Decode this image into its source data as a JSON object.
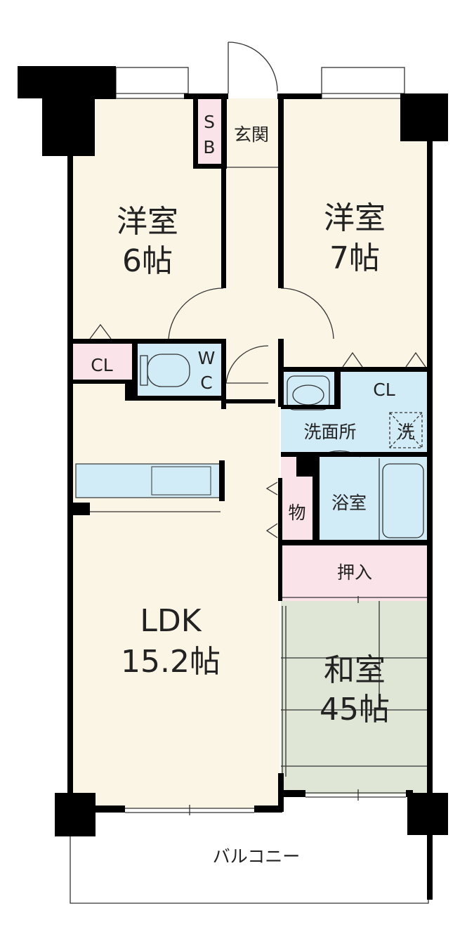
{
  "rooms": {
    "western_left_name": "洋室",
    "western_left_size": "6帖",
    "western_right_name": "洋室",
    "western_right_size": "7帖",
    "ldk_name": "LDK",
    "ldk_size": "15.2帖",
    "japanese_name": "和室",
    "japanese_size": "45帖"
  },
  "labels": {
    "sb_s": "S",
    "sb_b": "B",
    "entrance": "玄関",
    "closet_left": "CL",
    "closet_right": "CL",
    "wc_w": "W",
    "wc_c": "C",
    "washroom": "洗面所",
    "washer": "洗",
    "bathroom": "浴室",
    "storage": "物",
    "oshiire": "押入",
    "balcony": "バルコニー"
  },
  "colors": {
    "floor": "#fbf5e6",
    "wet_area": "#d2ecf7",
    "storage_pink": "#fbe3ea",
    "tatami": "#dfe6d6",
    "wall": "#000000"
  }
}
